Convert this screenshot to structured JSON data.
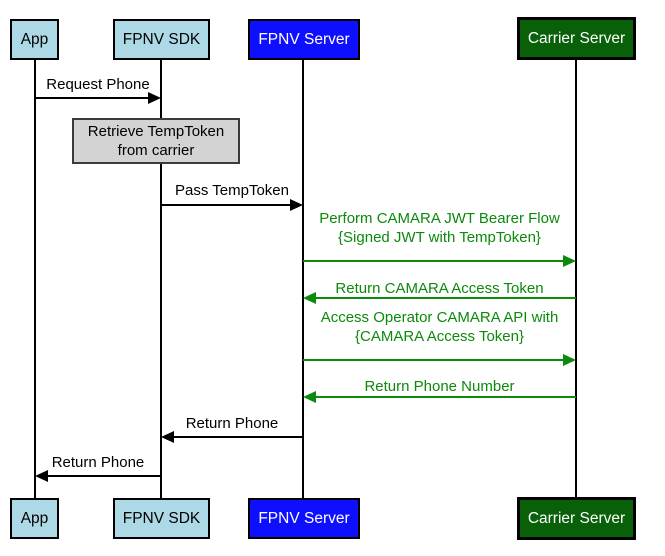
{
  "diagram_type": "sequence-diagram",
  "actors": [
    {
      "id": "app",
      "label": "App",
      "fill": "#ADD8E6",
      "text_color": "#000000"
    },
    {
      "id": "fpnv_sdk",
      "label": "FPNV SDK",
      "fill": "#ADD8E6",
      "text_color": "#000000"
    },
    {
      "id": "fpnv_server",
      "label": "FPNV Server",
      "fill": "#0F0FFF",
      "text_color": "#FFFFFF"
    },
    {
      "id": "carrier_server",
      "label": "Carrier Server",
      "fill": "#086108",
      "text_color": "#FFFFFF"
    }
  ],
  "note": {
    "over": "fpnv_sdk",
    "line1": "Retrieve TempToken",
    "line2": "from carrier",
    "fill": "#D3D3D3"
  },
  "messages": [
    {
      "from": "App",
      "to": "FPNV SDK",
      "label": "Request Phone",
      "color": "#000000",
      "direction": "right"
    },
    {
      "from": "FPNV SDK",
      "to": "FPNV Server",
      "label": "Pass TempToken",
      "color": "#000000",
      "direction": "right"
    },
    {
      "from": "FPNV Server",
      "to": "Carrier Server",
      "line1": "Perform CAMARA JWT Bearer Flow",
      "line2": "{Signed JWT with TempToken}",
      "color": "#0B8A0B",
      "direction": "right"
    },
    {
      "from": "Carrier Server",
      "to": "FPNV Server",
      "label": "Return CAMARA Access Token",
      "color": "#0B8A0B",
      "direction": "left"
    },
    {
      "from": "FPNV Server",
      "to": "Carrier Server",
      "line1": "Access Operator CAMARA API with",
      "line2": "{CAMARA Access Token}",
      "color": "#0B8A0B",
      "direction": "right"
    },
    {
      "from": "Carrier Server",
      "to": "FPNV Server",
      "label": "Return Phone Number",
      "color": "#0B8A0B",
      "direction": "left"
    },
    {
      "from": "FPNV Server",
      "to": "FPNV SDK",
      "label": "Return Phone",
      "color": "#000000",
      "direction": "left"
    },
    {
      "from": "FPNV SDK",
      "to": "App",
      "label": "Return Phone",
      "color": "#000000",
      "direction": "left"
    }
  ],
  "colors": {
    "light_blue": "#ADD8E6",
    "blue": "#0F0FFF",
    "dark_green": "#086108",
    "message_green": "#0B8A0B",
    "note_gray": "#D3D3D3",
    "line_black": "#000000",
    "background": "#FFFFFF"
  }
}
